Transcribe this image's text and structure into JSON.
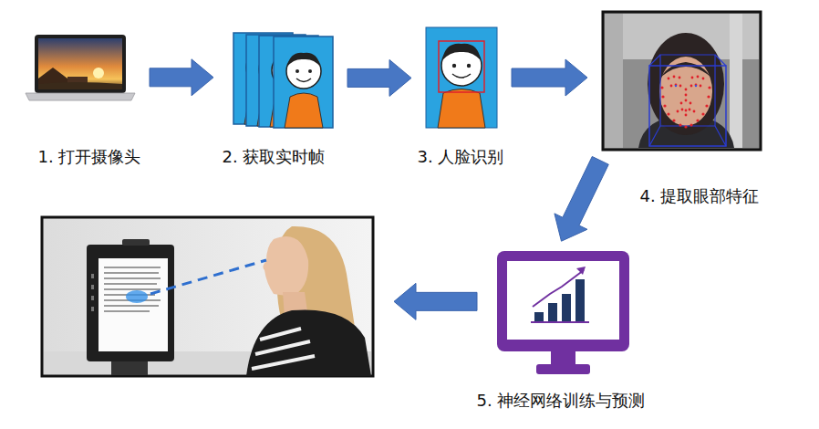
{
  "diagram": {
    "nodes": [
      {
        "text": [
          "1. 打开摄像头"
        ]
      },
      {
        "text": [
          "2. 获取实时帧"
        ]
      },
      {
        "text": [
          "3. 人脸识别"
        ]
      },
      {
        "text": [
          "4. 提取眼部特征"
        ]
      },
      {
        "text": [
          "5. 神经网络训练与预测"
        ]
      },
      {
        "text": []
      }
    ],
    "edges": [
      {
        "from": 0,
        "to": 1,
        "arrow": "to"
      },
      {
        "from": 1,
        "to": 2,
        "arrow": "to"
      },
      {
        "from": 2,
        "to": 3,
        "arrow": "to"
      },
      {
        "from": 3,
        "to": 4,
        "arrow": "to"
      },
      {
        "from": 4,
        "to": 5,
        "arrow": "to"
      }
    ]
  }
}
